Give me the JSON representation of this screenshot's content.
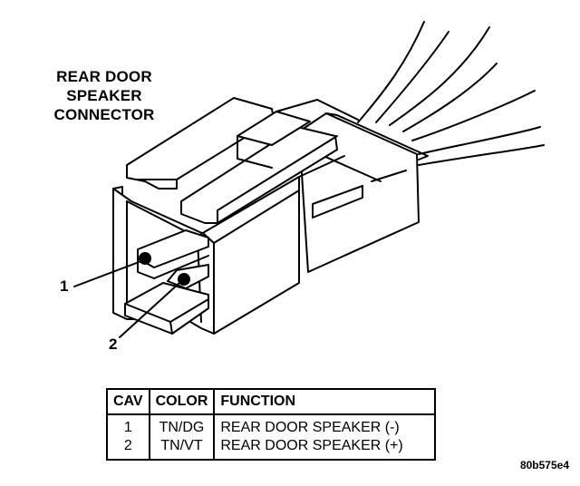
{
  "title_lines": [
    "REAR DOOR",
    "SPEAKER",
    "CONNECTOR"
  ],
  "callouts": [
    "1",
    "2"
  ],
  "table": {
    "headers": [
      "CAV",
      "COLOR",
      "FUNCTION"
    ],
    "rows": [
      {
        "cav": "1",
        "color": "TN/DG",
        "function": "REAR DOOR SPEAKER (-)"
      },
      {
        "cav": "2",
        "color": "TN/VT",
        "function": "REAR DOOR SPEAKER (+)"
      }
    ]
  },
  "figure_id": "80b575e4"
}
